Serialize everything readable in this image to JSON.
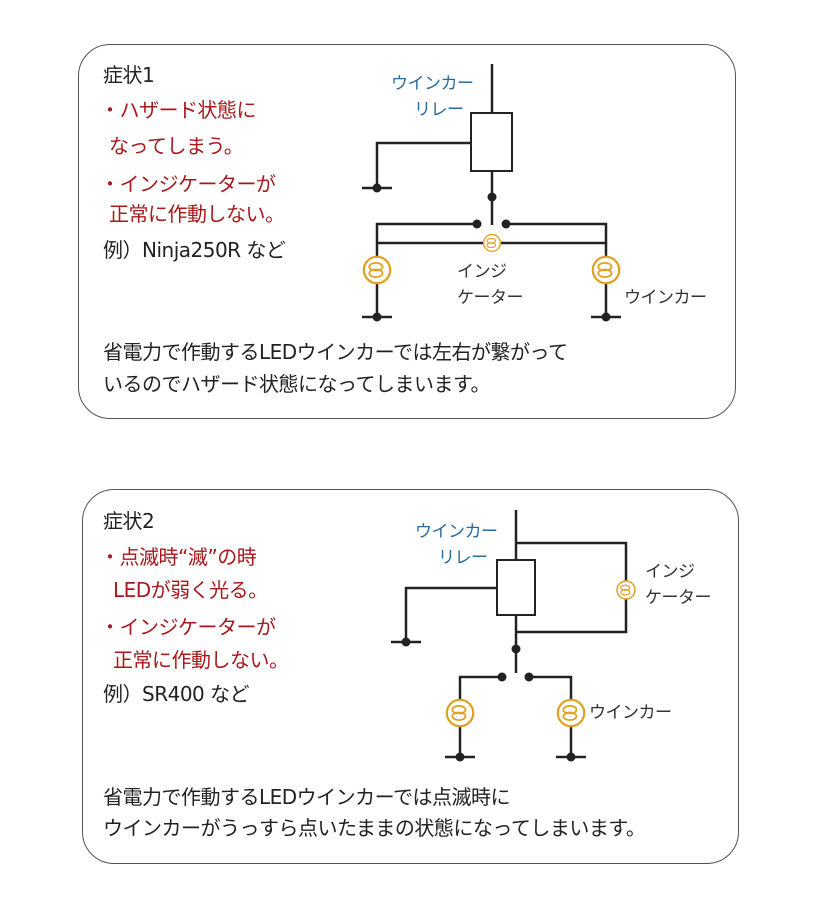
{
  "colors": {
    "symptom": "#a8191c",
    "relay_label": "#2b6c9e",
    "lamp": "#e0a020",
    "wire": "#222222"
  },
  "panels": [
    {
      "title": "症状1",
      "symptoms": [
        "・ハザード状態に",
        "なってしまう。",
        "・インジケーターが",
        "正常に作動しない。"
      ],
      "example": "例）Ninja250R など",
      "diagram": {
        "relay_label": [
          "ウインカー",
          "リレー"
        ],
        "indicator_label": [
          "インジ",
          "ケーター"
        ],
        "winker_label": "ウインカー"
      },
      "explanation": [
        "省電力で作動するLEDウインカーでは左右が繋がって",
        "いるのでハザード状態になってしまいます。"
      ]
    },
    {
      "title": "症状2",
      "symptoms": [
        "・点滅時“滅”の時",
        "LEDが弱く光る。",
        "・インジケーターが",
        "正常に作動しない。"
      ],
      "example": "例）SR400 など",
      "diagram": {
        "relay_label": [
          "ウインカー",
          "リレー"
        ],
        "indicator_label": [
          "インジ",
          "ケーター"
        ],
        "winker_label": "ウインカー"
      },
      "explanation": [
        "省電力で作動するLEDウインカーでは点滅時に",
        "ウインカーがうっすら点いたままの状態になってしまいます。"
      ]
    }
  ]
}
